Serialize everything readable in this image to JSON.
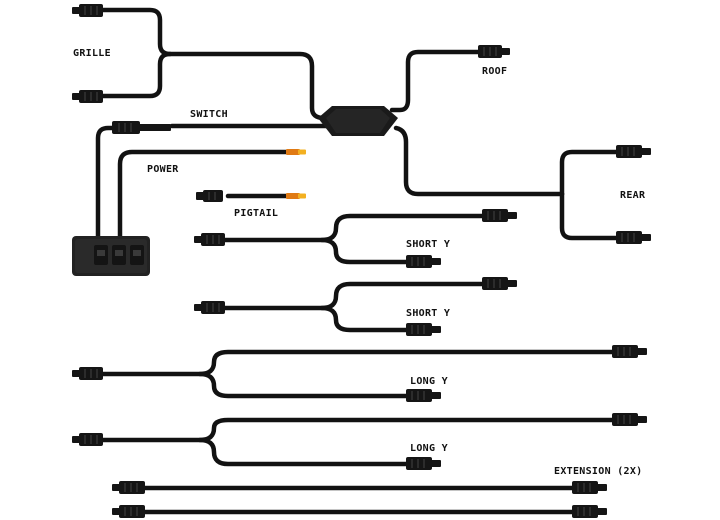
{
  "labels": {
    "grille": "GRILLE",
    "switch": "SWITCH",
    "power": "POWER",
    "roof": "ROOF",
    "rear": "REAR",
    "pigtail": "PIGTAIL",
    "short_y_1": "SHORT Y",
    "short_y_2": "SHORT Y",
    "long_y_1": "LONG Y",
    "long_y_2": "LONG Y",
    "extension": "EXTENSION (2X)"
  },
  "icons": {
    "hub": "junction-box-icon",
    "switch_panel": "switch-panel-icon",
    "connector": "connector-plug-icon",
    "wire_tip": "bare-wire-tip-icon"
  },
  "colors": {
    "cable": "#121212",
    "wire_tip": "#e07a14",
    "background": "#ffffff"
  }
}
